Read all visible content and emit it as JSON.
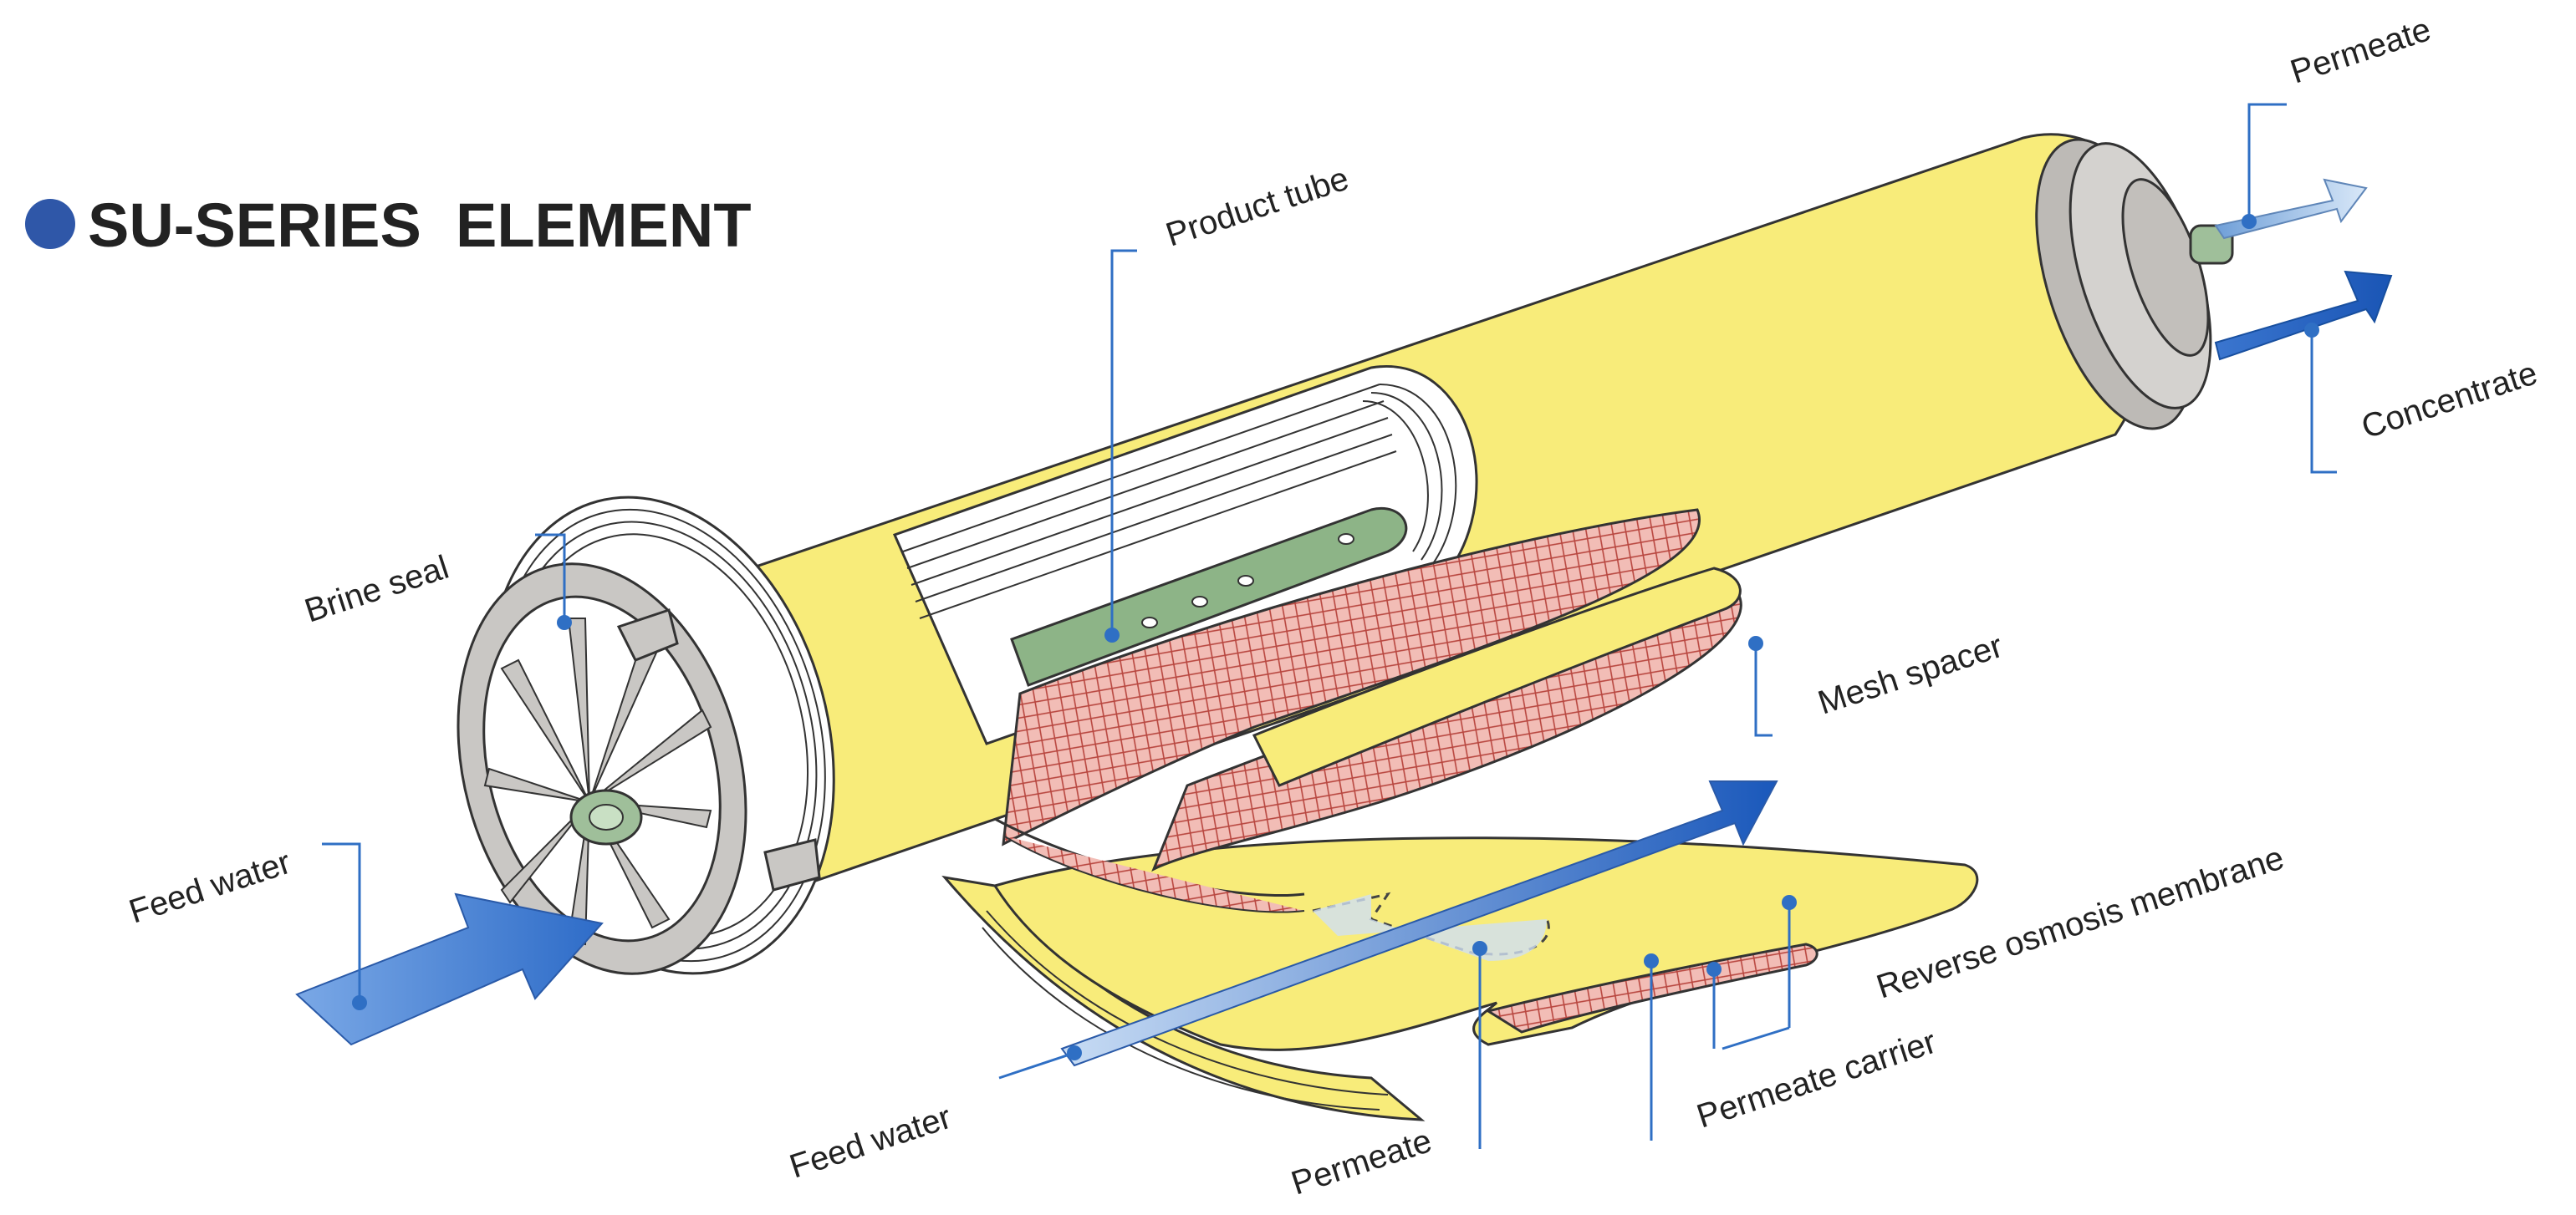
{
  "title": "SU-SERIES  ELEMENT",
  "labels": {
    "permeate_top": "Permeate",
    "concentrate": "Concentrate",
    "product_tube": "Product tube",
    "brine_seal": "Brine seal",
    "mesh_spacer": "Mesh spacer",
    "feed_water_left": "Feed water",
    "feed_water_bottom": "Feed water",
    "permeate_bottom": "Permeate",
    "reverse_osmosis_membrane": "Reverse osmosis membrane",
    "permeate_carrier": "Permeate carrier"
  },
  "colors": {
    "title_bullet": "#2f57a8",
    "element_body": "#f8ec7a",
    "product_tube": "#8db487",
    "mesh_spacer": "#f2bdb6",
    "mesh_lines": "#b8463f",
    "leader_line": "#2f6fc4",
    "feed_arrow": "#5c8fd6",
    "concentrate_arrow": "#1d5fbf",
    "permeate_arrow": "#b9d6f2",
    "end_cap": "#c9c7c4"
  }
}
